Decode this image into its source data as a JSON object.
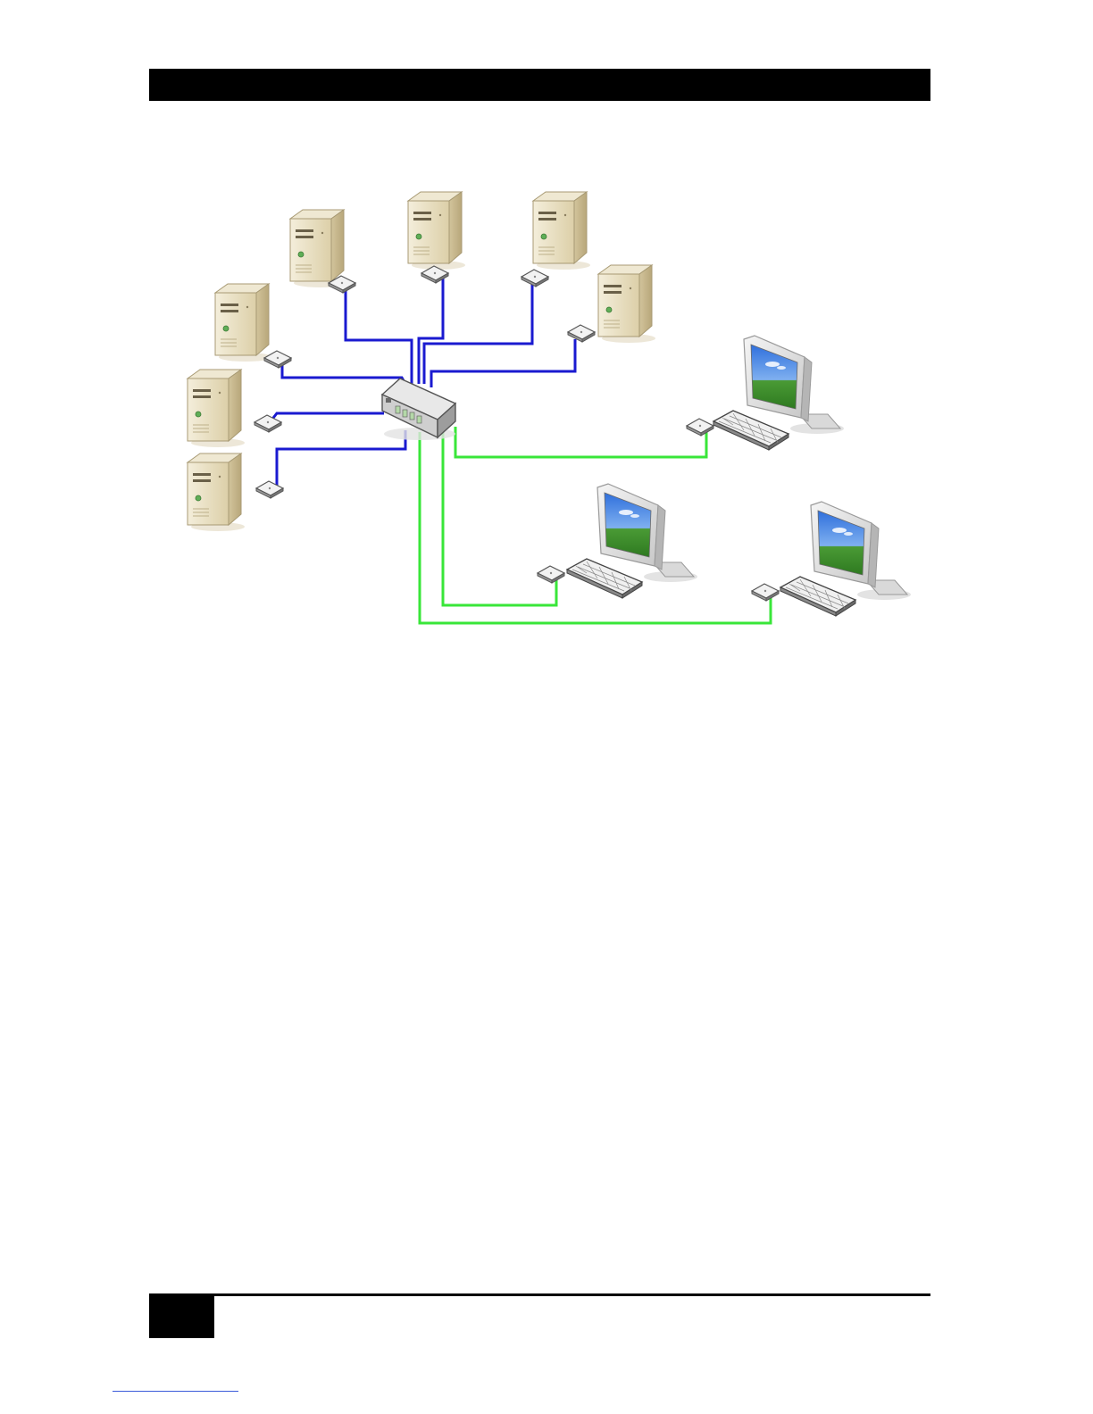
{
  "page": {
    "header_bar_color": "#000000",
    "footer_color": "#000000",
    "link_line_color": "#3b5bd9"
  },
  "diagram": {
    "colors": {
      "server_cable": "#1a1ad0",
      "console_cable": "#39e639",
      "tower_body": "#e9dfc4",
      "tower_side": "#c9b98f",
      "switch_body": "#dcdcdc",
      "screen_sky": "#3a7be0",
      "screen_grass": "#3c8d2b"
    },
    "servers": [
      {
        "id": "server-1",
        "icon": "tower-server-icon"
      },
      {
        "id": "server-2",
        "icon": "tower-server-icon"
      },
      {
        "id": "server-3",
        "icon": "tower-server-icon"
      },
      {
        "id": "server-4",
        "icon": "tower-server-icon"
      },
      {
        "id": "server-5",
        "icon": "tower-server-icon"
      },
      {
        "id": "server-6",
        "icon": "tower-server-icon"
      },
      {
        "id": "server-7",
        "icon": "tower-server-icon"
      }
    ],
    "consoles": [
      {
        "id": "console-1",
        "icon": "monitor-icon"
      },
      {
        "id": "console-2",
        "icon": "monitor-icon"
      },
      {
        "id": "console-3",
        "icon": "monitor-icon"
      }
    ],
    "switch": {
      "icon": "kvm-switch-icon"
    }
  }
}
